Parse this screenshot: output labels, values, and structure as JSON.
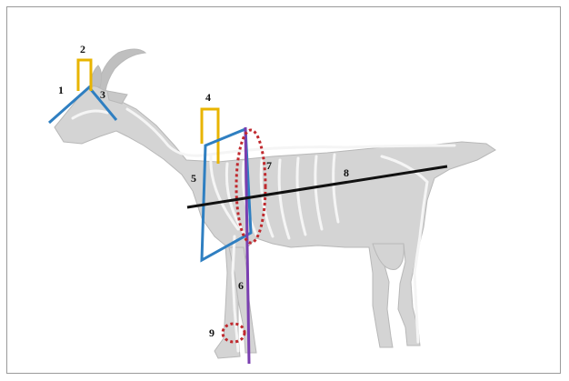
{
  "figure": {
    "labels": {
      "l1": "1",
      "l2": "2",
      "l3": "3",
      "l4": "4",
      "l5": "5",
      "l6": "6",
      "l7": "7",
      "l8": "8",
      "l9": "9"
    },
    "colors": {
      "yellow": "#e8b400",
      "blue": "#2f7fc1",
      "purple": "#7a3fb0",
      "black": "#111111",
      "red_dots": "#c0282d",
      "silhouette": "#d3d3d3",
      "bone": "#f7f7f7"
    }
  }
}
